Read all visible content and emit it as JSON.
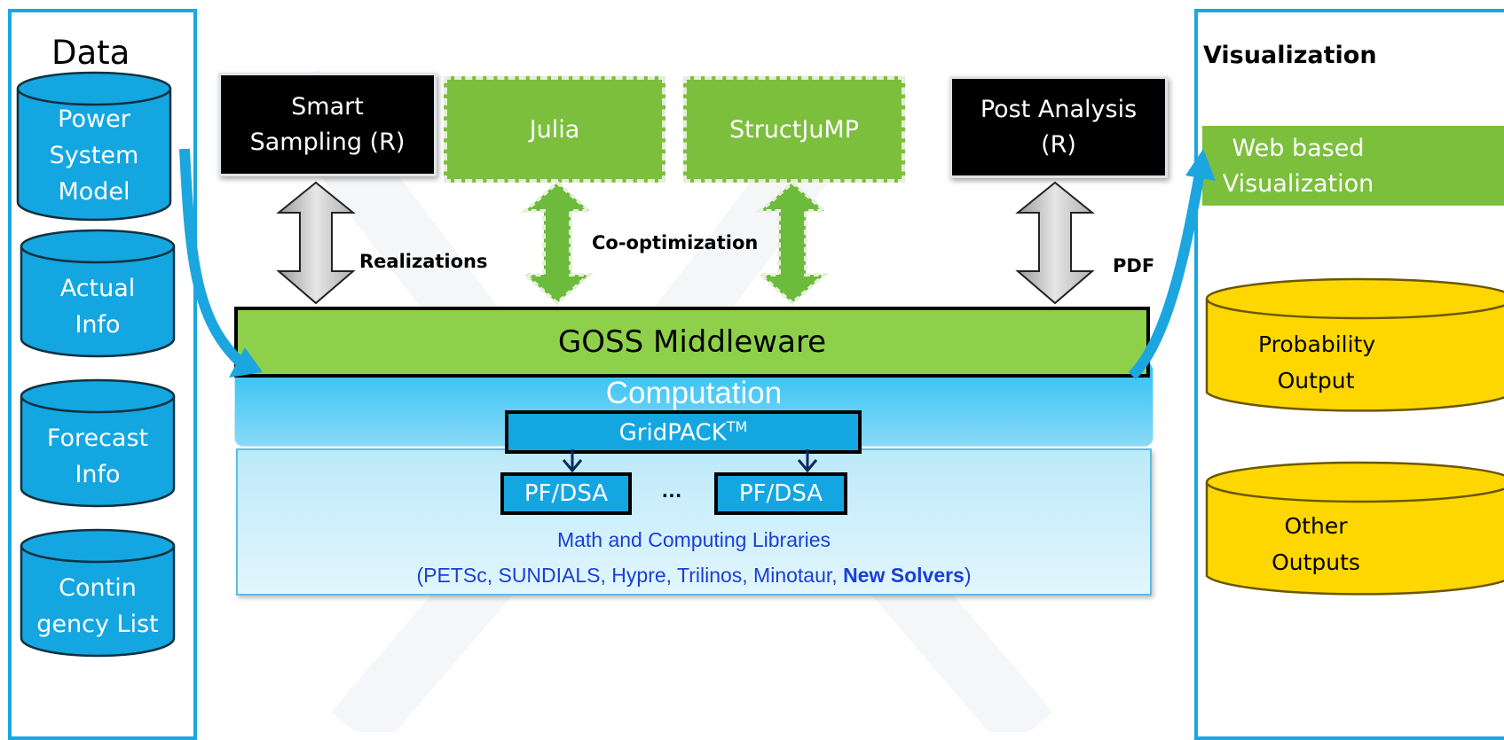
{
  "left_panel": {
    "title": "Data",
    "items": [
      {
        "line1": "Power",
        "line2": "System",
        "line3": "Model"
      },
      {
        "line1": "Actual",
        "line2": "Info"
      },
      {
        "line1": "Forecast",
        "line2": "Info"
      },
      {
        "line1": "Contin",
        "line2": "gency List"
      }
    ]
  },
  "right_panel": {
    "title": "Visualization",
    "web": {
      "line1": "Web based",
      "line2": "Visualization"
    },
    "items": [
      {
        "line1": "Probability",
        "line2": "Output"
      },
      {
        "line1": "Other",
        "line2": "Outputs"
      }
    ]
  },
  "top_boxes": {
    "smart_sampling": {
      "line1": "Smart",
      "line2": "Sampling (R)"
    },
    "julia": "Julia",
    "structjump": "StructJuMP",
    "post_analysis": {
      "line1": "Post Analysis",
      "line2": "(R)"
    }
  },
  "arrow_labels": {
    "realizations": "Realizations",
    "cooptimization": "Co-optimization",
    "pdf": "PDF"
  },
  "middleware": "GOSS Middleware",
  "computation": "Computation",
  "gridpack": {
    "text": "GridPACK",
    "sup": "TM"
  },
  "pf_dsa": [
    "PF/DSA",
    "PF/DSA"
  ],
  "ellipsis": "…",
  "libraries": {
    "line1": "Math and Computing Libraries",
    "line2_prefix": "(PETSc, SUNDIALS, Hypre, Trilinos, Minotaur, ",
    "line2_bold": "New Solvers",
    "line2_suffix": ")"
  },
  "colors": {
    "cyan": "#1ba6e0",
    "green": "#7cbf3c",
    "yellow": "#ffd700",
    "library_text": "#1a3fd6"
  }
}
